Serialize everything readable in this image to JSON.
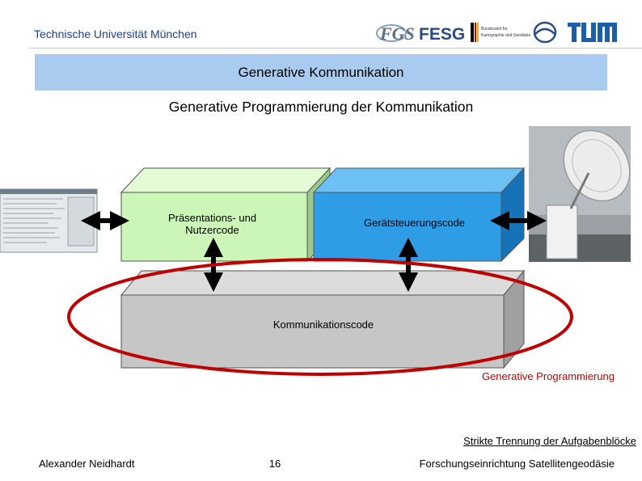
{
  "header": {
    "institution": "Technische Universität München",
    "logos": {
      "fgs": "FGS",
      "fesg": "FESG",
      "ministry_line1": "Bundesamt für",
      "ministry_line2": "Kartographie und Geodäsie",
      "tum": "TUM"
    }
  },
  "slide": {
    "title": "Generative Kommunikation",
    "subtitle": "Generative Programmierung der Kommunikation"
  },
  "diagram": {
    "presentation_box": "Präsentations- und Nutzercode",
    "device_box": "Gerätsteuerungscode",
    "communication_box": "Kommunikationscode",
    "ellipse_caption": "Generative Programmierung",
    "strict_note": "Strikte Trennung der Aufgabenblöcke",
    "colors": {
      "presentation": "#ccf5b8",
      "device": "#2e9de6",
      "communication": "#c6c6c6",
      "ellipse": "#c00000",
      "title_bar": "#a9cbef"
    }
  },
  "footer": {
    "author": "Alexander Neidhardt",
    "page": "16",
    "organization": "Forschungseinrichtung Satellitengeodäsie"
  }
}
